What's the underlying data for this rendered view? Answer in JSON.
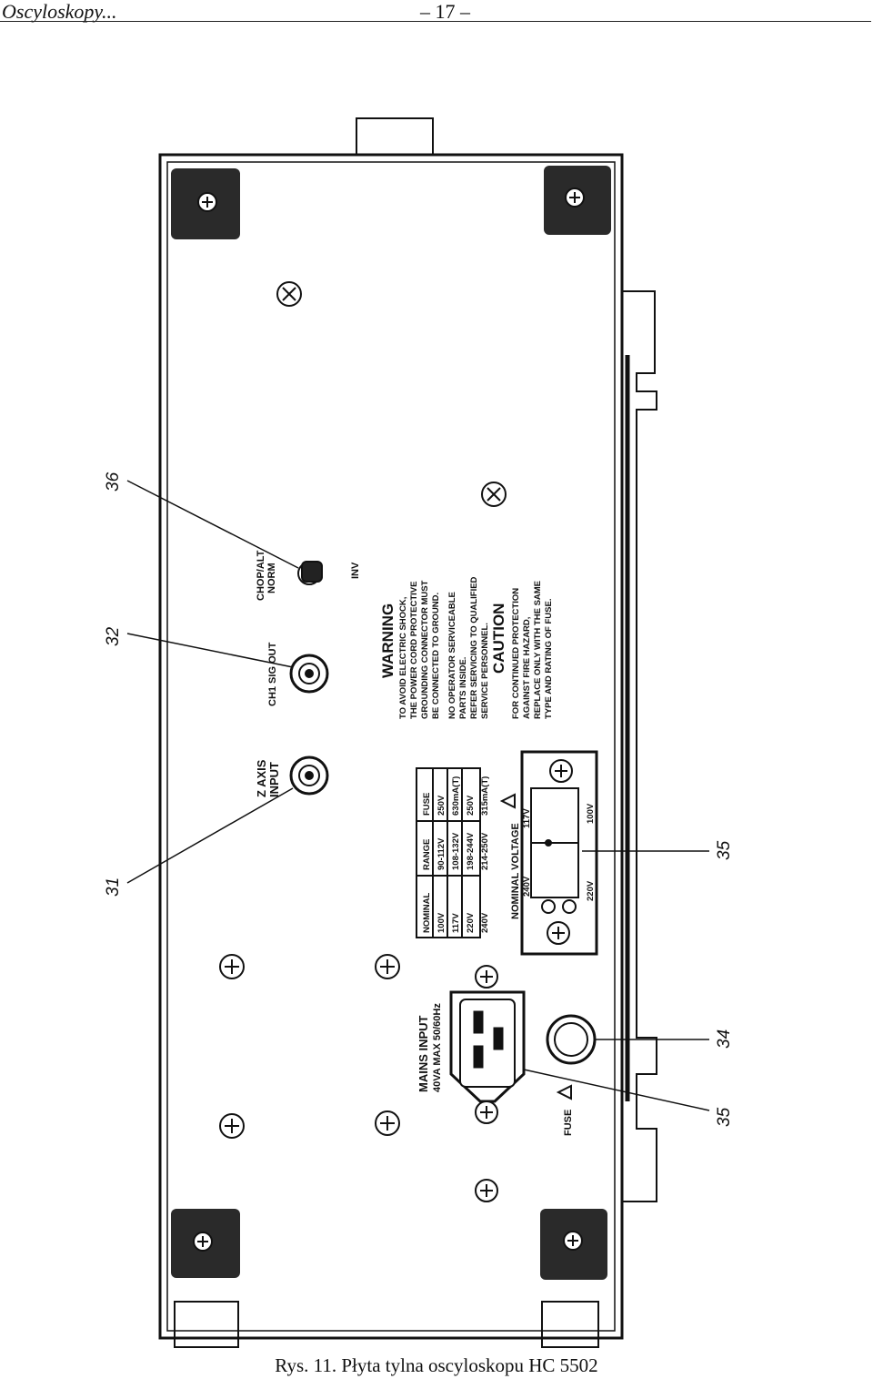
{
  "header": {
    "title": "Oscyloskopy...",
    "page_number": "– 17 –"
  },
  "caption": "Rys. 11. Płyta tylna oscyloskopu HC 5502",
  "panel": {
    "z_axis": "Z AXIS",
    "z_input": "INPUT",
    "ch1_sig_out": "CH1 SIG OUT",
    "chop_alt": "CHOP/ALT",
    "norm": "NORM",
    "inv": "INV",
    "mains_input": "MAINS INPUT",
    "mains_rating": "40VA MAX  50/60Hz",
    "fuse_label": "FUSE",
    "fuse_table": {
      "headers": [
        "NOMINAL",
        "RANGE",
        "FUSE"
      ],
      "rows": [
        [
          "100V",
          "90-112V",
          "250V"
        ],
        [
          "117V",
          "108-132V",
          "630mA(T)"
        ],
        [
          "220V",
          "198-244V",
          "250V"
        ],
        [
          "240V",
          "214-250V",
          "315mA(T)"
        ]
      ]
    },
    "nominal_voltage": "NOMINAL VOLTAGE",
    "voltage_options": [
      "240V",
      "117V",
      "220V",
      "100V"
    ],
    "warning_title": "WARNING",
    "warning_lines": [
      "TO AVOID ELECTRIC SHOCK,",
      "THE POWER CORD PROTECTIVE",
      "GROUNDING CONNECTOR MUST",
      "BE CONNECTED TO GROUND.",
      "NO OPERATOR SERVICEABLE",
      "PARTS INSIDE.",
      "REFER SERVICING TO QUALIFIED",
      "SERVICE PERSONNEL."
    ],
    "caution_title": "CAUTION",
    "caution_lines": [
      "FOR CONTINUED PROTECTION",
      "AGAINST FIRE HAZARD,",
      "REPLACE ONLY WITH THE SAME",
      "TYPE AND RATING OF FUSE."
    ]
  },
  "callouts": [
    "31",
    "32",
    "36",
    "35",
    "34",
    "35"
  ]
}
